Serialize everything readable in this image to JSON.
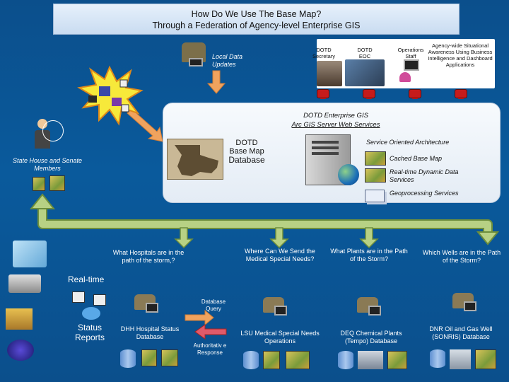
{
  "title": {
    "line1": "How Do We Use The Base Map?",
    "line2": "Through a Federation of Agency-level Enterprise GIS"
  },
  "top": {
    "local_updates": "Local Data Updates",
    "dotd_secretary": "DOTD Secretary",
    "dotd_eoc": "DOTD EOC",
    "operations_staff": "Operations Staff",
    "agency_wide": "Agency-wide Situational Awareness Using Business Intelligence and Dashboard Applications"
  },
  "panel": {
    "heading1": "DOTD Enterprise GIS",
    "heading2": "Arc GIS Server Web Services",
    "db_line1": "DOTD",
    "db_line2": "Base Map",
    "db_line3": "Database",
    "soa": "Service Oriented Architecture",
    "cached": "Cached Base Map",
    "realtime": "Real-time Dynamic Data Services",
    "geoprocessing": "Geoprocessing Services"
  },
  "left": {
    "state_house": "State House and Senate Members",
    "realtime": "Real-time",
    "status_reports": "Status Reports"
  },
  "questions": {
    "hospitals": "What Hospitals are in the path of the storm,?",
    "medical": "Where Can We Send the Medical Special Needs?",
    "plants": "What Plants are in the Path of the Storm?",
    "wells": "Which Wells are in the Path of the Storm?"
  },
  "bottom": {
    "dhh": "DHH Hospital Status Database",
    "database_query": "Database Query",
    "authoritative": "Authoritativ e Response",
    "lsu": "LSU Medical Special Needs Operations",
    "deq": "DEQ Chemical Plants (Tempo) Database",
    "dnr": "DNR Oil and Gas Well (SONRIS) Database"
  },
  "colors": {
    "background": "#0b4f8c",
    "bus": "#b7d184",
    "arrow_orange": "#f0a35e",
    "red": "#c61b1b"
  }
}
